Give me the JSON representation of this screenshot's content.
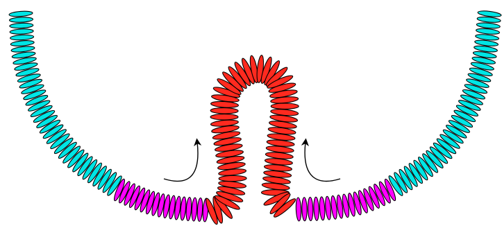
{
  "colors": {
    "background": "#ffffff",
    "outer_segment": "#00e5e5",
    "middle_segment": "#ff00ff",
    "loop_segment": "#ff2a1f",
    "outline": "#000000",
    "arrow": "#000000"
  },
  "diagram": {
    "strand_regions": [
      "outer",
      "middle",
      "loop",
      "middle",
      "outer"
    ],
    "arrows": [
      {
        "name": "left-curved-arrow",
        "direction": "up-right"
      },
      {
        "name": "right-curved-arrow",
        "direction": "up-left"
      }
    ]
  }
}
